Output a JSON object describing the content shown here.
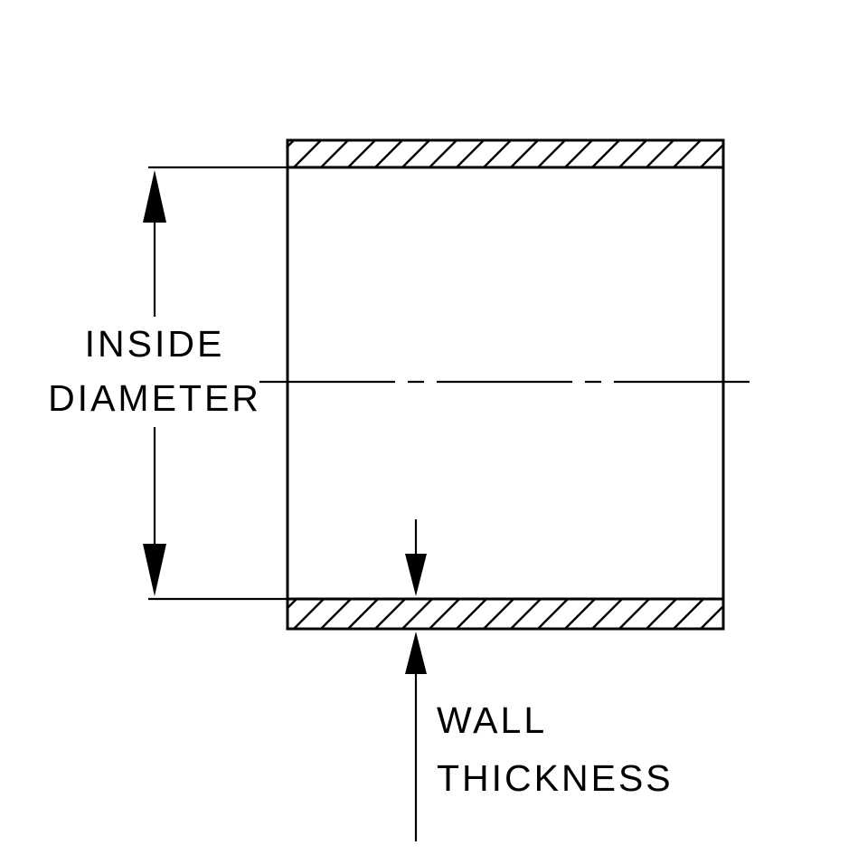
{
  "diagram": {
    "title": "tube-cross-section-dimension-diagram",
    "labels": {
      "inside_diameter_line1": "INSIDE",
      "inside_diameter_line2": "DIAMETER",
      "wall_thickness_line1": "WALL",
      "wall_thickness_line2": "THICKNESS"
    },
    "colors": {
      "line": "#000000",
      "background": "#ffffff"
    }
  }
}
